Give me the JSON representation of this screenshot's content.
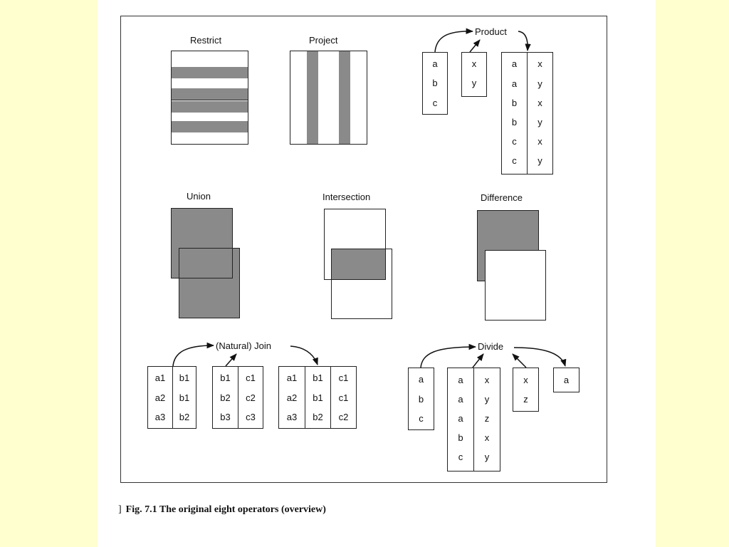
{
  "labels": {
    "restrict": "Restrict",
    "project": "Project",
    "product": "Product",
    "union": "Union",
    "intersection": "Intersection",
    "difference": "Difference",
    "join": "(Natural) Join",
    "divide": "Divide"
  },
  "product": {
    "left": [
      "a",
      "b",
      "c"
    ],
    "right": [
      "x",
      "y"
    ],
    "result_left": [
      "a",
      "a",
      "b",
      "b",
      "c",
      "c"
    ],
    "result_right": [
      "x",
      "y",
      "x",
      "y",
      "x",
      "y"
    ]
  },
  "join": {
    "t1_c1": [
      "a1",
      "a2",
      "a3"
    ],
    "t1_c2": [
      "b1",
      "b1",
      "b2"
    ],
    "t2_c1": [
      "b1",
      "b2",
      "b3"
    ],
    "t2_c2": [
      "c1",
      "c2",
      "c3"
    ],
    "r_c1": [
      "a1",
      "a2",
      "a3"
    ],
    "r_c2": [
      "b1",
      "b1",
      "b2"
    ],
    "r_c3": [
      "c1",
      "c1",
      "c2"
    ]
  },
  "divide": {
    "dividend": [
      "a",
      "b",
      "c"
    ],
    "rel_c1": [
      "a",
      "a",
      "a",
      "b",
      "c"
    ],
    "rel_c2": [
      "x",
      "y",
      "z",
      "x",
      "y"
    ],
    "divisor": [
      "x",
      "z"
    ],
    "result": [
      "a"
    ]
  },
  "caption": {
    "mark": "]",
    "text": "Fig. 7.1  The original eight operators (overview)"
  },
  "colors": {
    "background": "#ffffd0",
    "shade": "#8a8a8a"
  }
}
